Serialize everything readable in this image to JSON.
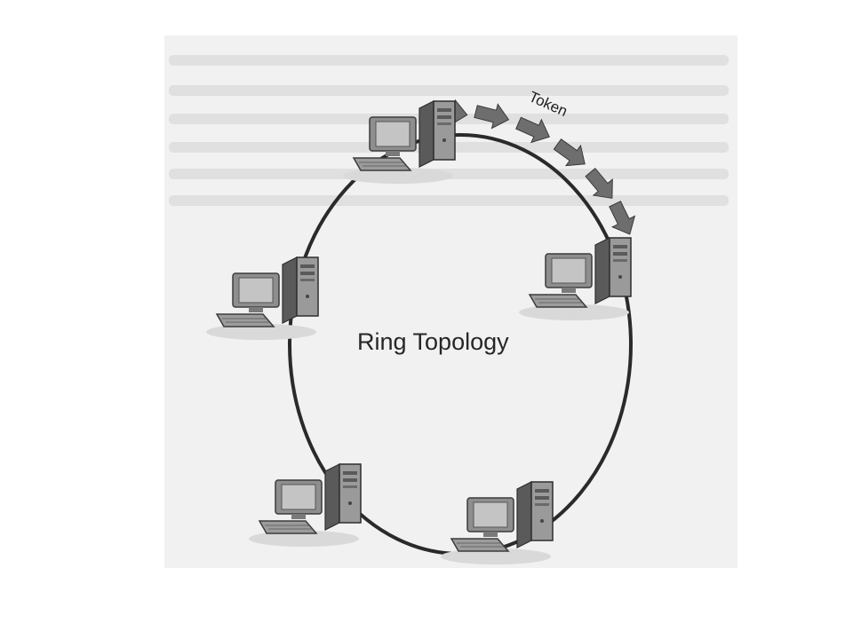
{
  "title": "Ring Topology",
  "token_label": "Token",
  "colors": {
    "ring": "#2a2a2a",
    "arrow": "#6e6e6e",
    "computer_body": "#9a9a9a",
    "computer_dark": "#3c3c3c",
    "screen": "#b8b8b8",
    "background": "#f1f1f1"
  },
  "nodes": [
    {
      "name": "computer-top"
    },
    {
      "name": "computer-right"
    },
    {
      "name": "computer-left"
    },
    {
      "name": "computer-bottom-left"
    },
    {
      "name": "computer-bottom-right"
    }
  ]
}
